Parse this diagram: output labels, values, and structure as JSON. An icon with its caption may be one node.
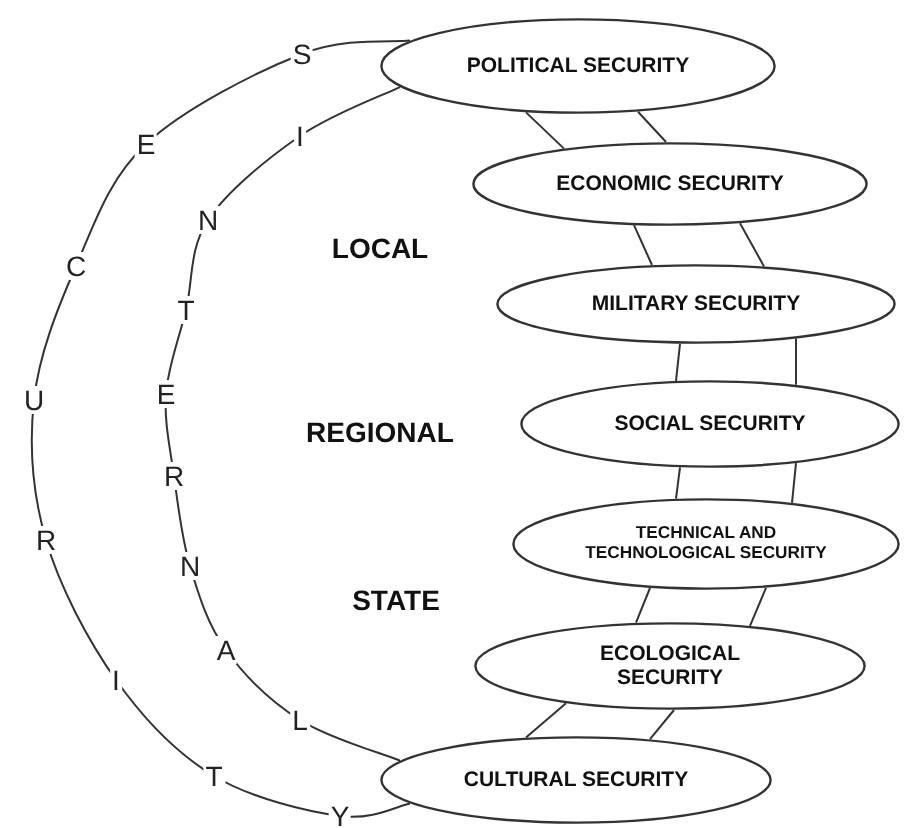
{
  "diagram": {
    "nodes": [
      {
        "text": [
          "POLITICAL SECURITY"
        ]
      },
      {
        "text": [
          "ECONOMIC SECURITY"
        ]
      },
      {
        "text": [
          "MILITARY SECURITY"
        ]
      },
      {
        "text": [
          "SOCIAL SECURITY"
        ]
      },
      {
        "text": [
          "TECHNICAL AND TECHNOLOGICAL SECURITY"
        ]
      },
      {
        "text": [
          "ECOLOGICAL SECURITY"
        ]
      },
      {
        "text": [
          "CULTURAL SECURITY"
        ]
      }
    ],
    "edges": [
      {
        "from": 0,
        "to": 1,
        "arrow": "none"
      },
      {
        "from": 0,
        "to": 1,
        "arrow": "none"
      },
      {
        "from": 1,
        "to": 2,
        "arrow": "none"
      },
      {
        "from": 1,
        "to": 2,
        "arrow": "none"
      },
      {
        "from": 2,
        "to": 3,
        "arrow": "none"
      },
      {
        "from": 2,
        "to": 3,
        "arrow": "none"
      },
      {
        "from": 3,
        "to": 4,
        "arrow": "none"
      },
      {
        "from": 3,
        "to": 4,
        "arrow": "none"
      },
      {
        "from": 4,
        "to": 5,
        "arrow": "none"
      },
      {
        "from": 4,
        "to": 5,
        "arrow": "none"
      },
      {
        "from": 5,
        "to": 6,
        "arrow": "none"
      },
      {
        "from": 5,
        "to": 6,
        "arrow": "none"
      },
      {
        "from": 0,
        "to": 6,
        "arrow": "none"
      },
      {
        "from": 0,
        "to": 6,
        "arrow": "none"
      }
    ],
    "labels": [
      "S",
      "E",
      "C",
      "U",
      "R",
      "I",
      "T",
      "Y",
      "I",
      "N",
      "T",
      "E",
      "R",
      "N",
      "A",
      "L",
      "LOCAL",
      "REGIONAL",
      "STATE"
    ]
  }
}
